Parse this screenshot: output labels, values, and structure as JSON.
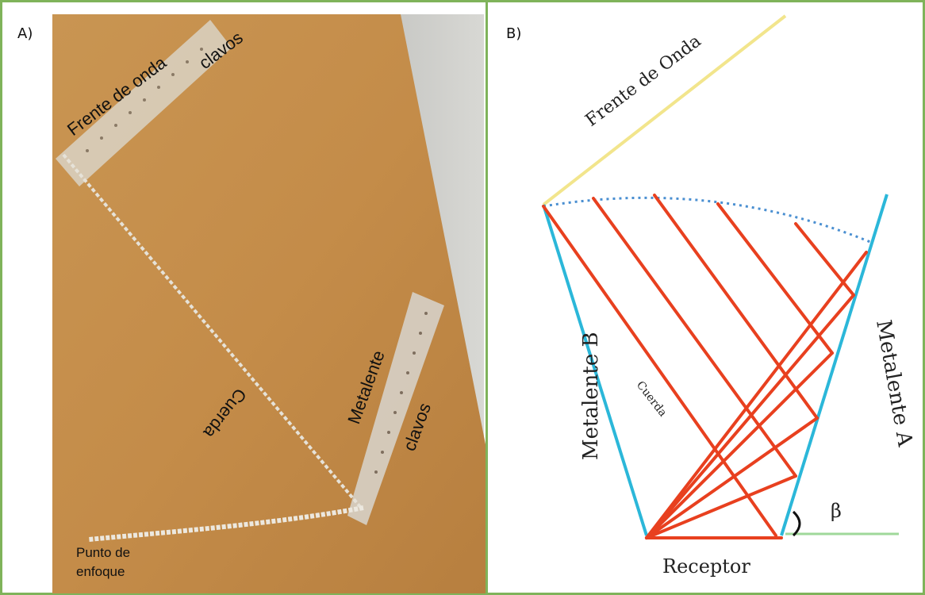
{
  "panels": {
    "a": {
      "label": "A)",
      "wavefront_label": "Frente de onda",
      "nails_top_label": "clavos",
      "string_label": "Cuerda",
      "metalens_label": "Metalente",
      "nails_bottom_label": "clavos",
      "focus_label_line1": "Punto de",
      "focus_label_line2": "enfoque"
    },
    "b": {
      "label": "B)",
      "wavefront_label": "Frente de Onda",
      "metalens_b_label": "Metalente B",
      "metalens_a_label": "Metalente A",
      "string_label": "Cuerda",
      "beta_label": "β",
      "receptor_label": "Receptor"
    }
  },
  "colors": {
    "border": "#7fb35a",
    "board": "#c8924f",
    "ray": "#e8401f",
    "metalens": "#2bb7d9",
    "wavefront": "#f2e58c",
    "arc": "#4a8fd1",
    "reference": "#9fd89a"
  }
}
